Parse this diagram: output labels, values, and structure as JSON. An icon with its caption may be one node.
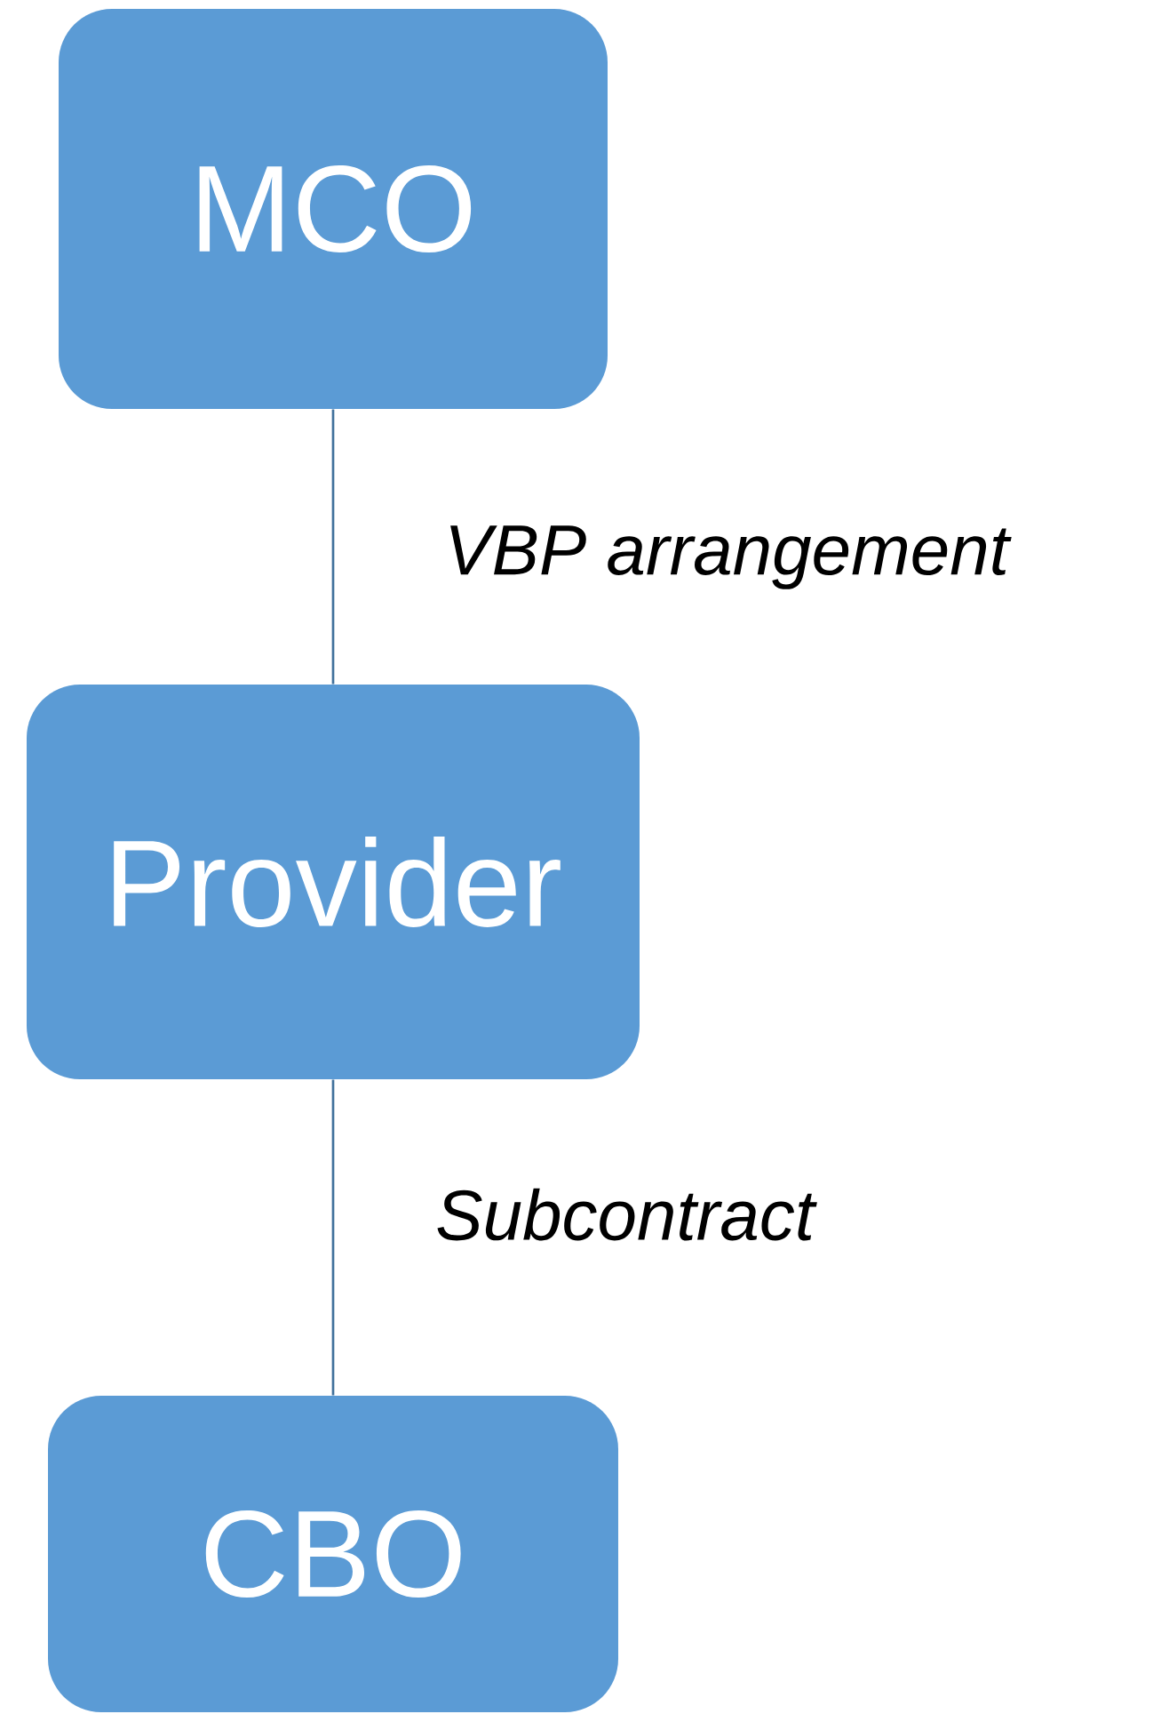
{
  "diagram": {
    "nodes": [
      {
        "text": [
          "MCO"
        ]
      },
      {
        "text": [
          "Provider"
        ]
      },
      {
        "text": [
          "CBO"
        ]
      }
    ],
    "edges": [
      {
        "from": 0,
        "to": 1,
        "arrow": "none",
        "label": "VBP arrangement"
      },
      {
        "from": 1,
        "to": 2,
        "arrow": "none",
        "label": "Subcontract"
      }
    ]
  }
}
